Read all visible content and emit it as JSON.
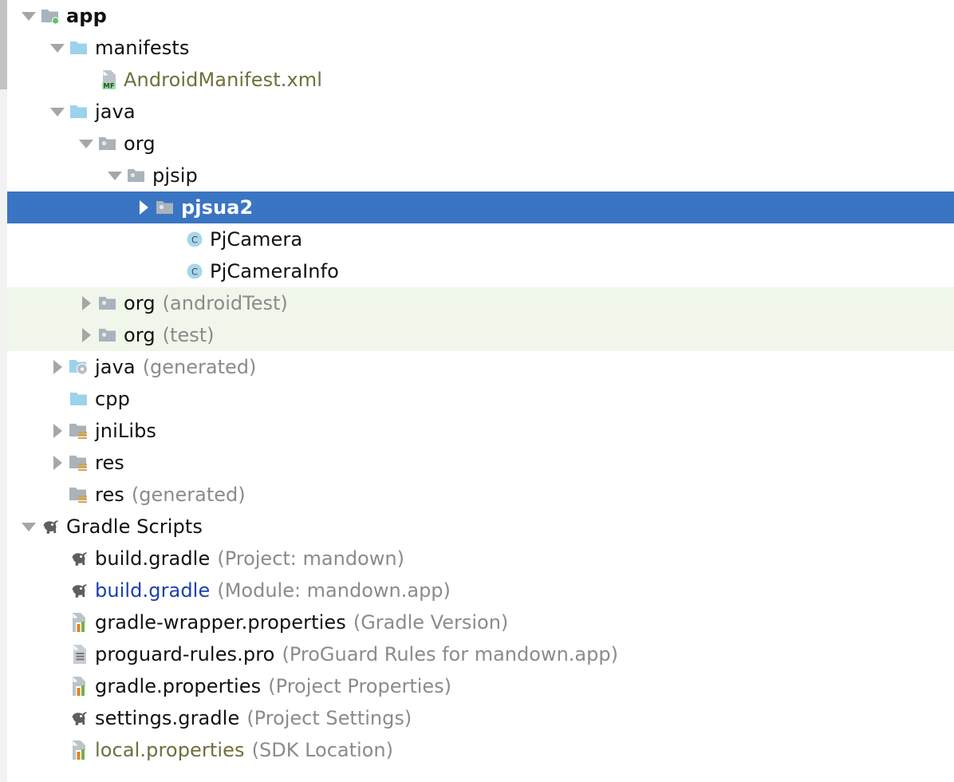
{
  "panel": {
    "name": "android-studio-project-tree",
    "background": "#ffffff",
    "selection_color": "#3a75c4",
    "test_scope_color": "#f0f7ea",
    "suffix_color": "#8b8b8b",
    "olive_text_color": "#6f6f3c",
    "link_text_color": "#1a3fb0"
  },
  "scrollbar": {
    "name": "vertical-scrollbar",
    "thumb_top": 0,
    "thumb_height": 112
  },
  "tree": {
    "rows": [
      {
        "label": "app",
        "suffix": "",
        "icon": "module-folder-icon",
        "indent": 0,
        "arrow": "down",
        "style": "bold",
        "selected": false,
        "scope": ""
      },
      {
        "label": "manifests",
        "suffix": "",
        "icon": "blue-folder-icon",
        "indent": 1,
        "arrow": "down",
        "style": "normal",
        "selected": false,
        "scope": ""
      },
      {
        "label": "AndroidManifest.xml",
        "suffix": "",
        "icon": "manifest-file-icon",
        "indent": 2,
        "arrow": "none",
        "style": "olive",
        "selected": false,
        "scope": ""
      },
      {
        "label": "java",
        "suffix": "",
        "icon": "blue-folder-icon",
        "indent": 1,
        "arrow": "down",
        "style": "normal",
        "selected": false,
        "scope": ""
      },
      {
        "label": "org",
        "suffix": "",
        "icon": "package-folder-icon",
        "indent": 2,
        "arrow": "down",
        "style": "normal",
        "selected": false,
        "scope": ""
      },
      {
        "label": "pjsip",
        "suffix": "",
        "icon": "package-folder-icon",
        "indent": 3,
        "arrow": "down",
        "style": "normal",
        "selected": false,
        "scope": ""
      },
      {
        "label": "pjsua2",
        "suffix": "",
        "icon": "package-folder-icon",
        "indent": 4,
        "arrow": "right",
        "style": "normal",
        "selected": true,
        "scope": ""
      },
      {
        "label": "PjCamera",
        "suffix": "",
        "icon": "java-class-icon",
        "indent": 5,
        "arrow": "none",
        "style": "normal",
        "selected": false,
        "scope": ""
      },
      {
        "label": "PjCameraInfo",
        "suffix": "",
        "icon": "java-class-icon",
        "indent": 5,
        "arrow": "none",
        "style": "normal",
        "selected": false,
        "scope": ""
      },
      {
        "label": "org",
        "suffix": "(androidTest)",
        "icon": "package-folder-icon",
        "indent": 2,
        "arrow": "right",
        "style": "normal",
        "selected": false,
        "scope": "test"
      },
      {
        "label": "org",
        "suffix": "(test)",
        "icon": "package-folder-icon",
        "indent": 2,
        "arrow": "right",
        "style": "normal",
        "selected": false,
        "scope": "test"
      },
      {
        "label": "java",
        "suffix": "(generated)",
        "icon": "generated-java-folder-icon",
        "indent": 1,
        "arrow": "right",
        "style": "normal",
        "selected": false,
        "scope": ""
      },
      {
        "label": "cpp",
        "suffix": "",
        "icon": "blue-folder-icon",
        "indent": 1,
        "arrow": "none",
        "style": "normal",
        "selected": false,
        "scope": ""
      },
      {
        "label": "jniLibs",
        "suffix": "",
        "icon": "res-folder-icon",
        "indent": 1,
        "arrow": "right",
        "style": "normal",
        "selected": false,
        "scope": ""
      },
      {
        "label": "res",
        "suffix": "",
        "icon": "res-folder-icon",
        "indent": 1,
        "arrow": "right",
        "style": "normal",
        "selected": false,
        "scope": ""
      },
      {
        "label": "res",
        "suffix": "(generated)",
        "icon": "res-folder-icon",
        "indent": 1,
        "arrow": "none",
        "style": "normal",
        "selected": false,
        "scope": ""
      },
      {
        "label": "Gradle Scripts",
        "suffix": "",
        "icon": "gradle-elephant-icon",
        "indent": 0,
        "arrow": "down",
        "style": "normal",
        "selected": false,
        "scope": ""
      },
      {
        "label": "build.gradle",
        "suffix": "(Project: mandown)",
        "icon": "gradle-elephant-icon",
        "indent": 1,
        "arrow": "none",
        "style": "normal",
        "selected": false,
        "scope": ""
      },
      {
        "label": "build.gradle",
        "suffix": "(Module: mandown.app)",
        "icon": "gradle-elephant-icon",
        "indent": 1,
        "arrow": "none",
        "style": "link",
        "selected": false,
        "scope": ""
      },
      {
        "label": "gradle-wrapper.properties",
        "suffix": "(Gradle Version)",
        "icon": "properties-file-icon",
        "indent": 1,
        "arrow": "none",
        "style": "normal",
        "selected": false,
        "scope": ""
      },
      {
        "label": "proguard-rules.pro",
        "suffix": "(ProGuard Rules for mandown.app)",
        "icon": "text-file-icon",
        "indent": 1,
        "arrow": "none",
        "style": "normal",
        "selected": false,
        "scope": ""
      },
      {
        "label": "gradle.properties",
        "suffix": "(Project Properties)",
        "icon": "properties-file-icon",
        "indent": 1,
        "arrow": "none",
        "style": "normal",
        "selected": false,
        "scope": ""
      },
      {
        "label": "settings.gradle",
        "suffix": "(Project Settings)",
        "icon": "gradle-elephant-icon",
        "indent": 1,
        "arrow": "none",
        "style": "normal",
        "selected": false,
        "scope": ""
      },
      {
        "label": "local.properties",
        "suffix": "(SDK Location)",
        "icon": "properties-file-icon",
        "indent": 1,
        "arrow": "none",
        "style": "olive",
        "selected": false,
        "scope": ""
      }
    ]
  }
}
